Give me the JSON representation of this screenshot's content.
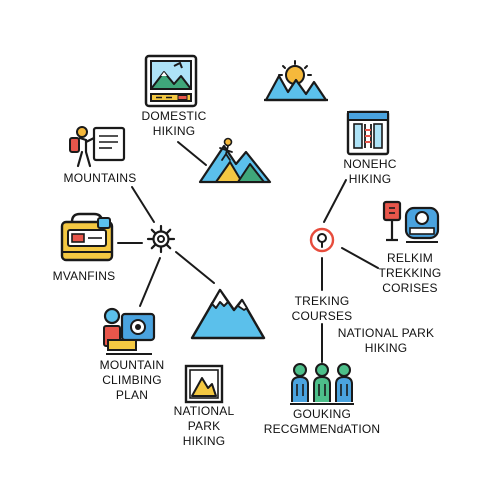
{
  "labels": {
    "domestic_hiking": [
      "DOMESTIC",
      "HIKING"
    ],
    "mountains": [
      "MOUNTAINS"
    ],
    "mvanfins": [
      "MVANFINS"
    ],
    "mountain_climbing_plan": [
      "MOUNTAIN",
      "CLIMBING",
      "PLAN"
    ],
    "national_park_bottom": [
      "NATIONAL",
      "PARK",
      "HIKING"
    ],
    "nonehc_hiking": [
      "NONEHC",
      "HIKING"
    ],
    "relkim_trekking": [
      "RELKIM",
      "TREKKING",
      "CORISES"
    ],
    "treking_courses": [
      "TREKING",
      "COURSES"
    ],
    "national_park_right": [
      "NATIONAL PARK",
      "HIKING"
    ],
    "gouking_recommendation": [
      "GOUKING",
      "RECGMMENdATION"
    ]
  },
  "colors": {
    "ink": "#1a1a1a",
    "mountain_blue": "#5bc0eb",
    "mountain_yellow": "#f4c842",
    "mountain_green": "#3fa77a",
    "sun_yellow": "#f6b93b",
    "hub_red": "#e74c3c",
    "sky_blue": "#aee3f7",
    "accent_red": "#e8564b",
    "people_green": "#4dbf8a",
    "people_blue": "#4aa3df"
  },
  "icons": {
    "domestic": "mountain-landscape-card-icon",
    "sunrise": "sunrise-mountains-icon",
    "climber": "climber-on-peak-icon",
    "mountains_hiker": "hiker-with-board-icon",
    "hub_left": "gear-hub-icon",
    "backpack": "backpack-icon",
    "snow_peak": "snow-capped-mountain-icon",
    "climbing_plan": "hiker-with-camera-icon",
    "national_park_frame": "framed-mountain-icon",
    "nonehc_window": "window-ladder-icon",
    "trekking_gear": "trekking-gear-icon",
    "hub_right": "location-hub-icon",
    "hikers_group": "hikers-group-icon"
  }
}
